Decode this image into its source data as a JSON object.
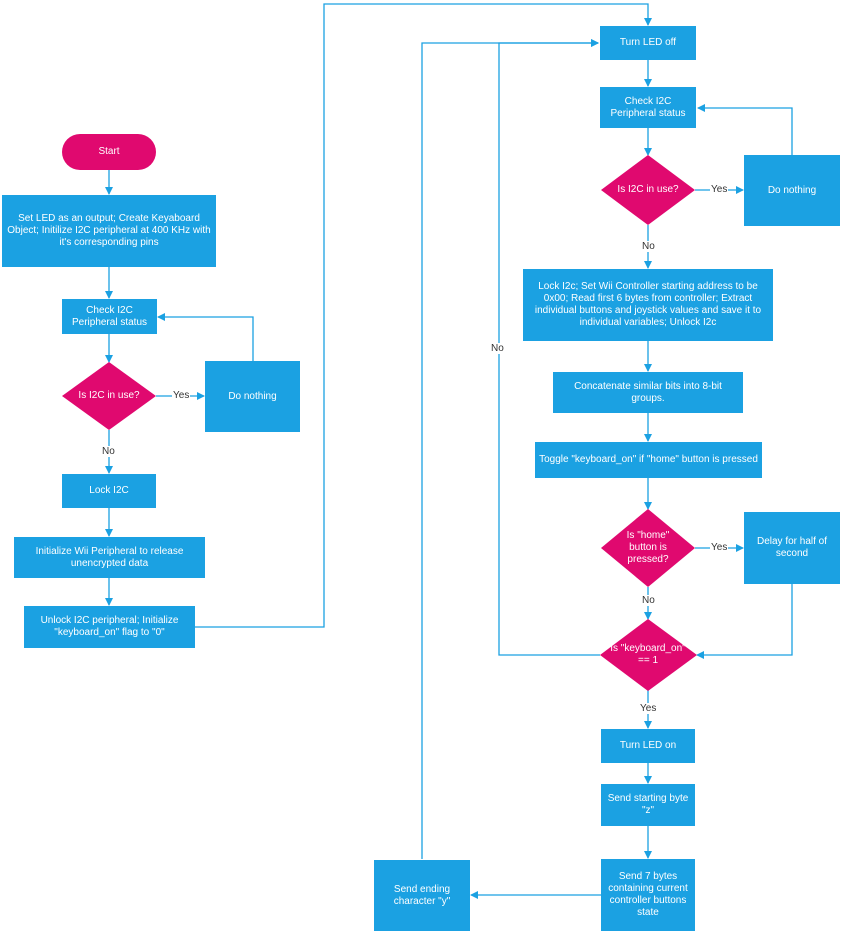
{
  "nodes": {
    "start": "Start",
    "init": "Set LED as an output; Create Keyaboard Object; Initilize I2C peripheral at 400 KHz with it's corresponding pins",
    "check_left": "Check I2C Peripheral status",
    "decision_left": "Is I2C in use?",
    "do_nothing_left": "Do nothing",
    "lock_i2c": "Lock I2C",
    "init_wii": "Initialize Wii Peripheral to release unencrypted data",
    "unlock_init": "Unlock I2C peripheral; Initialize \"keyboard_on\" flag to \"0\"",
    "turn_led_off": "Turn LED off",
    "check_right": "Check I2C Peripheral status",
    "decision_right": "Is I2C in use?",
    "do_nothing_right": "Do nothing",
    "lock_read": "Lock I2c; Set Wii Controller starting address to be 0x00; Read first 6 bytes from  controller; Extract individual buttons and joystick values and save it to individual variables; Unlock I2c",
    "concat": "Concatenate similar bits into 8-bit groups.",
    "toggle": "Toggle \"keyboard_on\" if \"home\" button is pressed",
    "decision_home": "Is \"home\" button is pressed?",
    "delay": "Delay for half of second",
    "decision_kb": "Is \"keyboard_on\" == 1",
    "turn_led_on": "Turn LED on",
    "send_start": "Send starting byte \"z\"",
    "send_bytes": "Send 7 bytes containing current controller buttons state",
    "send_end": "Send ending character \"y\""
  },
  "labels": {
    "yes_left": "Yes",
    "no_left": "No",
    "yes_right": "Yes",
    "no_right": "No",
    "yes_home": "Yes",
    "no_home": "No",
    "no_kb": "No",
    "yes_kb": "Yes"
  },
  "colors": {
    "process": "#1ba1e2",
    "decision": "#e0096f",
    "line": "#1ba1e2"
  }
}
